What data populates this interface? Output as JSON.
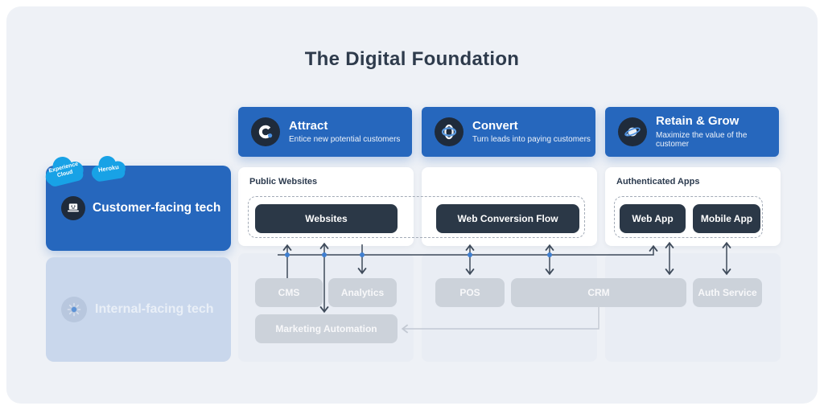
{
  "title": "The Digital Foundation",
  "stages": [
    {
      "title": "Attract",
      "subtitle": "Entice new potential customers",
      "icon": "attract-icon"
    },
    {
      "title": "Convert",
      "subtitle": "Turn leads into paying customers",
      "icon": "convert-icon"
    },
    {
      "title": "Retain & Grow",
      "subtitle": "Maximize the value of the customer",
      "icon": "retain-grow-icon"
    }
  ],
  "sections": {
    "public_websites_label": "Public Websites",
    "authenticated_apps_label": "Authenticated Apps"
  },
  "channel_nodes": {
    "websites": "Websites",
    "web_conversion_flow": "Web Conversion Flow",
    "web_app": "Web App",
    "mobile_app": "Mobile App"
  },
  "systems": {
    "cms": "CMS",
    "analytics": "Analytics",
    "pos": "POS",
    "crm": "CRM",
    "auth_service": "Auth Service",
    "marketing_automation": "Marketing Automation"
  },
  "tech_layers": {
    "customer_facing": {
      "label": "Customer-facing tech",
      "badges": [
        "Experience Cloud",
        "Heroku"
      ]
    },
    "internal_facing": {
      "label": "Internal-facing tech"
    }
  },
  "colors": {
    "primary_blue": "#2667bd",
    "cloud_blue": "#18a2e6",
    "dark_navy": "#2b3847",
    "icon_circle_navy": "#1f2b3b",
    "accent_blue": "#4a90e2",
    "gray_box": "#ccd2da",
    "arrow_dark": "#3e4a5a",
    "arrow_light": "#c3c9d3",
    "junction_dot": "#3f7fd0",
    "canvas_bg": "#eef1f6",
    "faded_card_blue": "#c9d7ec"
  }
}
